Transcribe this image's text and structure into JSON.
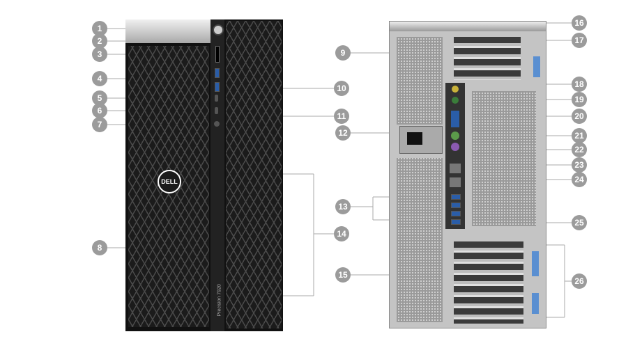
{
  "product": {
    "model_text": "Precision 7920",
    "logo_text": "DELL"
  },
  "callouts": [
    "1",
    "2",
    "3",
    "4",
    "5",
    "6",
    "7",
    "8",
    "9",
    "10",
    "11",
    "12",
    "13",
    "14",
    "15",
    "16",
    "17",
    "18",
    "19",
    "20",
    "21",
    "22",
    "23",
    "24",
    "25",
    "26"
  ],
  "colors": {
    "callout": "#9b9b9b",
    "chassis": "#1b1b1b",
    "rear_panel": "#c4c4c4"
  }
}
